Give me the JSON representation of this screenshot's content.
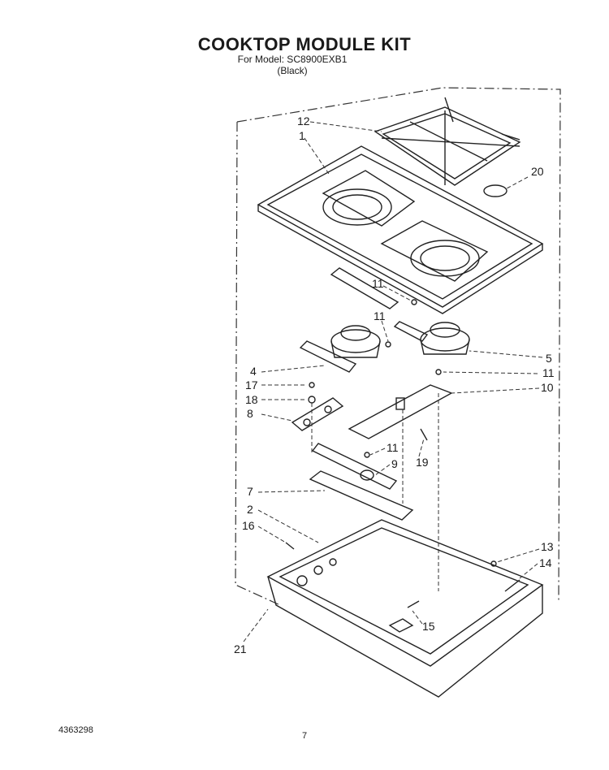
{
  "header": {
    "title": "COOKTOP MODULE KIT",
    "model_line": "For Model: SC8900EXB1",
    "color_line": "(Black)"
  },
  "callouts": {
    "c1": "1",
    "c2": "2",
    "c4": "4",
    "c5": "5",
    "c7": "7",
    "c8": "8",
    "c9": "9",
    "c10": "10",
    "c11a": "11",
    "c11b": "11",
    "c11c": "11",
    "c11d": "11",
    "c12": "12",
    "c13": "13",
    "c14": "14",
    "c15": "15",
    "c16": "16",
    "c17": "17",
    "c18": "18",
    "c19": "19",
    "c20": "20",
    "c21": "21"
  },
  "footer": {
    "document_number": "4363298",
    "page_number": "7"
  }
}
